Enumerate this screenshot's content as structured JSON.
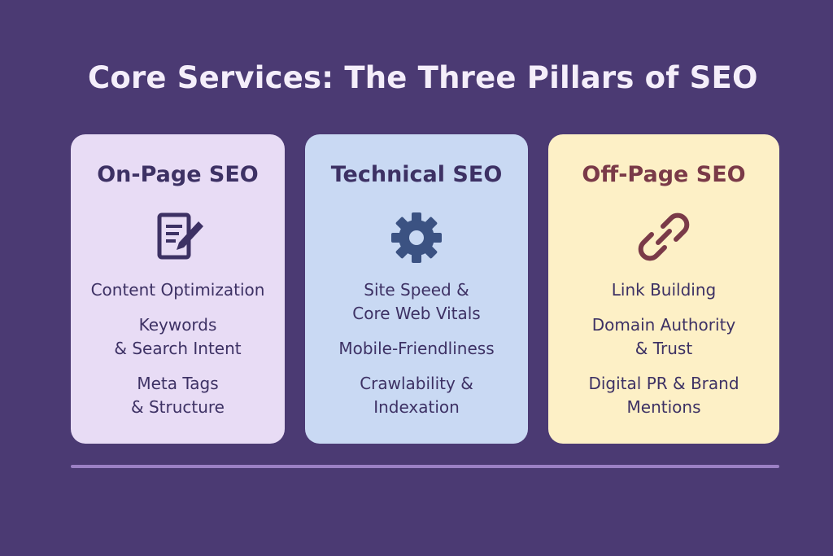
{
  "title": "Core Services: The Three Pillars of SEO",
  "colors": {
    "background": "#4b3a73",
    "card_onpage": "#e8dcf5",
    "card_technical": "#c9d9f3",
    "card_offpage": "#fdf0c6",
    "text_dark": "#3d3164",
    "offpage_title": "#7a3a48",
    "rule": "#9b80c4"
  },
  "pillars": [
    {
      "heading": "On-Page SEO",
      "icon": "document-edit-icon",
      "items": [
        "Content Optimization",
        "Keywords\n& Search Intent",
        "Meta Tags\n& Structure"
      ]
    },
    {
      "heading": "Technical SEO",
      "icon": "gear-icon",
      "items": [
        "Site Speed &\nCore Web Vitals",
        "Mobile-Friendliness",
        "Crawlability &\nIndexation"
      ]
    },
    {
      "heading": "Off-Page SEO",
      "icon": "link-icon",
      "items": [
        "Link Building",
        "Domain Authority\n& Trust",
        "Digital PR & Brand\nMentions"
      ]
    }
  ]
}
